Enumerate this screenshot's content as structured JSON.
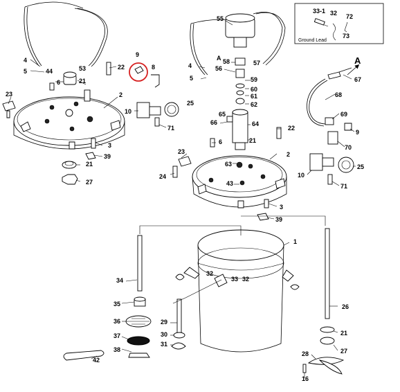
{
  "inset": {
    "labels": [
      "33-1",
      "32",
      "72",
      "73"
    ],
    "caption": "Ground Lead"
  },
  "view_a_label": "A",
  "callouts": {
    "left": [
      "9",
      "8",
      "4",
      "5",
      "44",
      "53",
      "22",
      "6",
      "21",
      "23",
      "2",
      "25",
      "10",
      "71",
      "3",
      "39",
      "21",
      "27"
    ],
    "right": [
      "55",
      "A",
      "4",
      "58",
      "56",
      "5",
      "57",
      "59",
      "60",
      "61",
      "62",
      "65",
      "66",
      "64",
      "6",
      "21",
      "22",
      "23",
      "24",
      "63",
      "43",
      "2",
      "3",
      "39",
      "67",
      "68",
      "69",
      "9",
      "70",
      "10",
      "25",
      "71"
    ],
    "bottom": [
      "1",
      "34",
      "35",
      "36",
      "37",
      "38",
      "42",
      "32",
      "33",
      "32",
      "29",
      "30",
      "31",
      "26",
      "21",
      "27",
      "28",
      "16"
    ]
  },
  "highlight_color": "#d62020"
}
